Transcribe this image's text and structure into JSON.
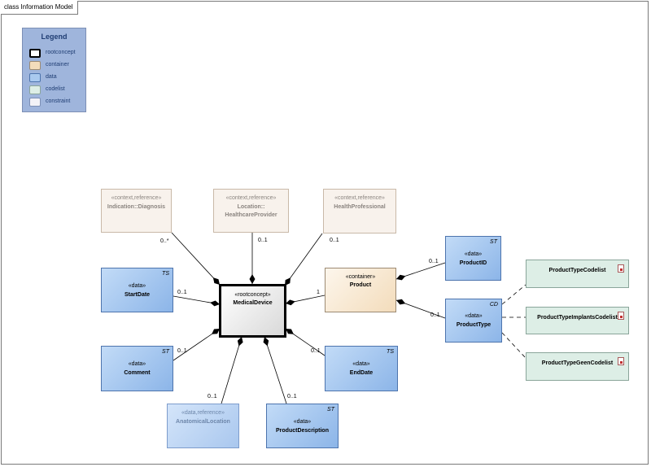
{
  "frame": {
    "title": "class Information Model"
  },
  "legend": {
    "title": "Legend",
    "items": [
      {
        "label": "rootconcept",
        "fill": "#ffffff",
        "border": "#000000"
      },
      {
        "label": "container",
        "fill": "#f3dcbb",
        "border": "#9c8a73"
      },
      {
        "label": "data",
        "fill": "#a9c9ef",
        "border": "#4d74ad"
      },
      {
        "label": "codelist",
        "fill": "#ddeee6",
        "border": "#8aa59a"
      },
      {
        "label": "constraint",
        "fill": "#f2f2f7",
        "border": "#7c8fb5"
      }
    ]
  },
  "elements": {
    "indication": {
      "stereotype": "«context,reference»",
      "name": "Indication::Diagnosis"
    },
    "location": {
      "stereotype": "«context,reference»",
      "name1": "Location::",
      "name2": "HealthcareProvider"
    },
    "healthprof": {
      "stereotype": "«context,reference»",
      "name": "HealthProfessional"
    },
    "startdate": {
      "stereotype": "«data»",
      "name": "StartDate",
      "tag": "TS"
    },
    "medicaldevice": {
      "stereotype": "«rootconcept»",
      "name": "MedicalDevice"
    },
    "product": {
      "stereotype": "«container»",
      "name": "Product"
    },
    "productid": {
      "stereotype": "«data»",
      "name": "ProductID",
      "tag": "ST"
    },
    "producttype": {
      "stereotype": "«data»",
      "name": "ProductType",
      "tag": "CD"
    },
    "comment": {
      "stereotype": "«data»",
      "name": "Comment",
      "tag": "ST"
    },
    "enddate": {
      "stereotype": "«data»",
      "name": "EndDate",
      "tag": "TS"
    },
    "anatomical": {
      "stereotype": "«data,reference»",
      "name": "AnatomicalLocation"
    },
    "productdesc": {
      "stereotype": "«data»",
      "name": "ProductDescription",
      "tag": "ST"
    },
    "cl1": {
      "name": "ProductTypeCodelist"
    },
    "cl2": {
      "name": "ProductTypeImplantsCodelist"
    },
    "cl3": {
      "name": "ProductTypeGeenCodelist"
    }
  },
  "multiplicities": {
    "indication": "0..*",
    "location": "0..1",
    "healthprof": "0..1",
    "startdate": "0..1",
    "product": "1",
    "productid": "0..1",
    "producttype": "0..1",
    "comment": "0..1",
    "enddate": "0..1",
    "anatomical": "0..1",
    "productdesc": "0..1"
  }
}
